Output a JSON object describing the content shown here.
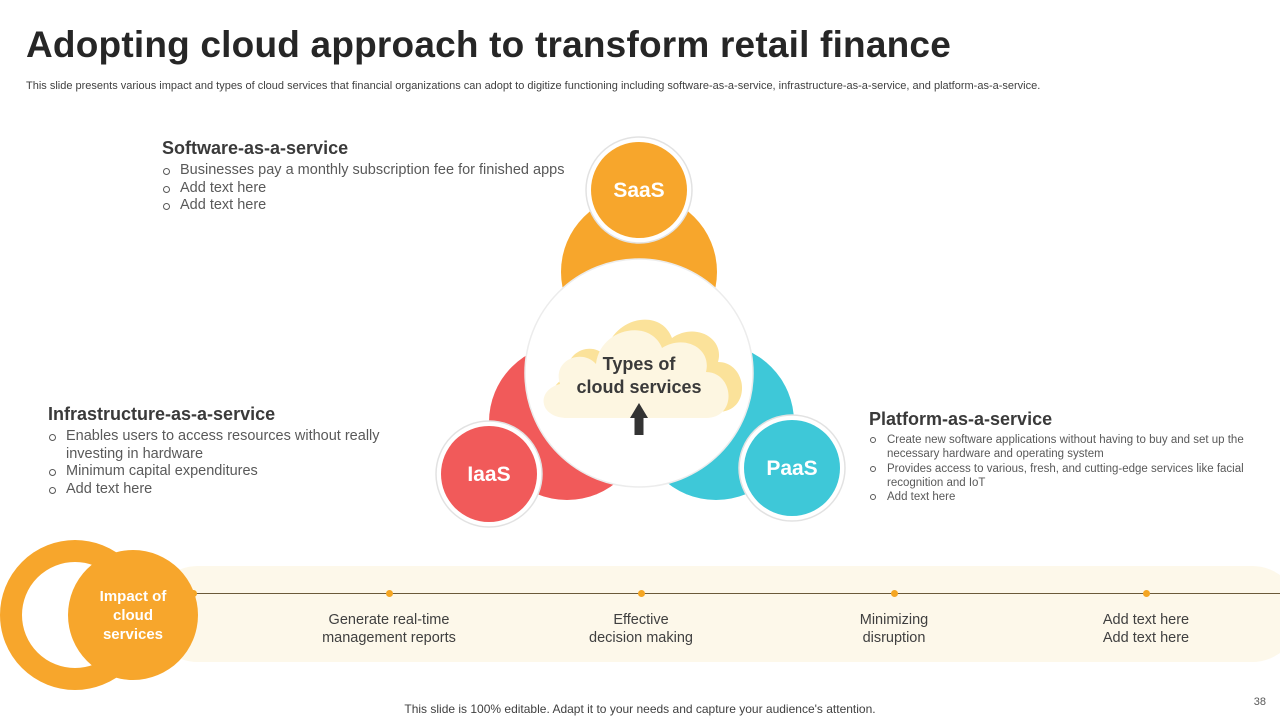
{
  "header": {
    "title": "Adopting cloud approach to transform retail finance",
    "subtitle": "This slide presents various impact and types of cloud services that financial organizations can adopt to digitize functioning including software-as-a-service, infrastructure-as-a-service, and platform-as-a-service."
  },
  "diagram": {
    "center": {
      "line1": "Types of",
      "line2": "cloud services"
    },
    "nodes": {
      "saas": {
        "label": "SaaS",
        "color": "#f7a62c"
      },
      "iaas": {
        "label": "IaaS",
        "color": "#f15a5a"
      },
      "paas": {
        "label": "PaaS",
        "color": "#3ec8d8"
      }
    }
  },
  "services": {
    "saas": {
      "heading": "Software-as-a-service",
      "bullets": [
        "Businesses pay a monthly subscription fee for finished apps",
        "Add text here",
        "Add text here"
      ]
    },
    "iaas": {
      "heading": "Infrastructure-as-a-service",
      "bullets": [
        "Enables users to access resources without really investing in hardware",
        "Minimum capital expenditures",
        "Add text here"
      ]
    },
    "paas": {
      "heading": "Platform-as-a-service",
      "bullets": [
        "Create new software applications without having to buy and set up the necessary hardware and operating system",
        "Provides access to various, fresh, and cutting-edge services like facial recognition and IoT",
        "Add text here"
      ]
    }
  },
  "impact": {
    "title": "Impact of cloud services",
    "items": [
      {
        "line1": "Generate real-time",
        "line2": "management reports"
      },
      {
        "line1": "Effective",
        "line2": "decision making"
      },
      {
        "line1": "Minimizing",
        "line2": "disruption"
      },
      {
        "line1": "Add text here",
        "line2": "Add text here"
      }
    ]
  },
  "footer": {
    "note": "This slide is 100% editable. Adapt it to your needs and capture your audience's attention.",
    "page_number": "38"
  },
  "colors": {
    "accent": "#f7a62c",
    "band": "#fdf8ea"
  }
}
